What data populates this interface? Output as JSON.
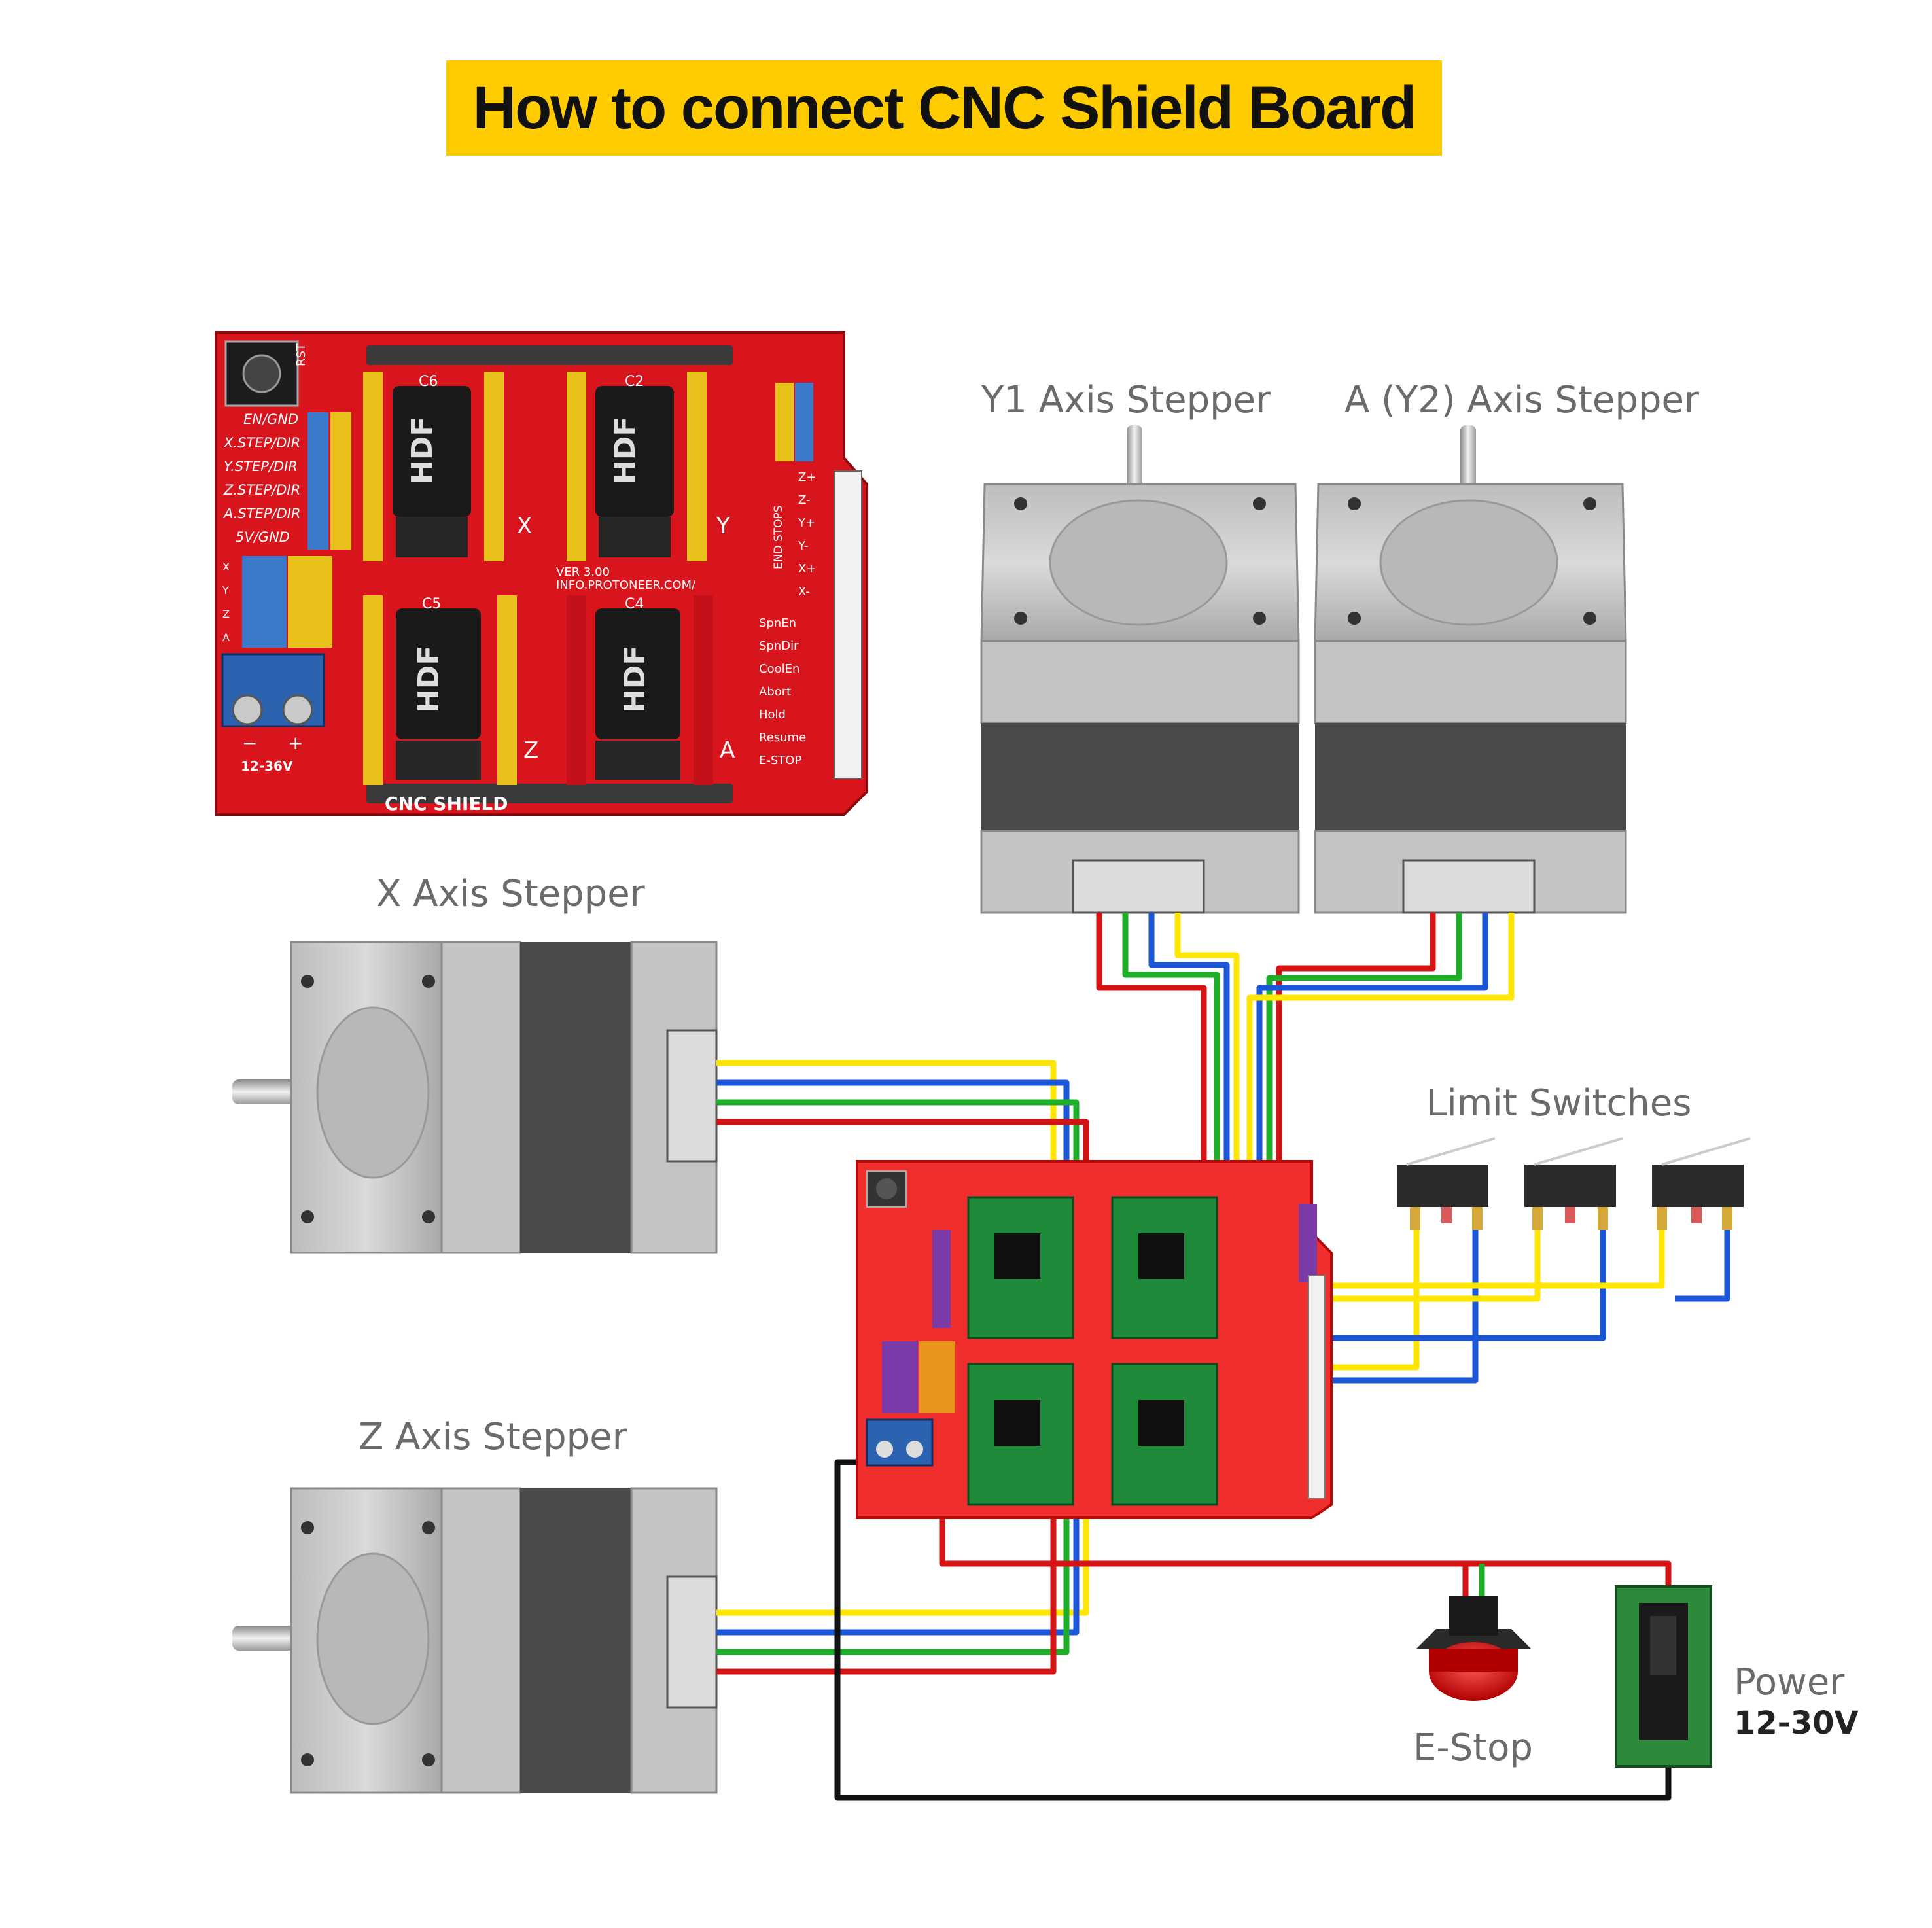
{
  "title": "How to connect CNC Shield Board",
  "labels": {
    "y1_stepper": "Y1 Axis Stepper",
    "a_stepper": "A (Y2) Axis Stepper",
    "x_stepper": "X Axis Stepper",
    "z_stepper": "Z Axis Stepper",
    "limit_switches": "Limit Switches",
    "estop": "E-Stop",
    "power": "Power",
    "power_range": "12-30V"
  },
  "board_photo": {
    "pin_labels": [
      "EN/GND",
      "X.STEP/DIR",
      "Y.STEP/DIR",
      "Z.STEP/DIR",
      "A.STEP/DIR",
      "5V/GND"
    ],
    "axis_pins": [
      "X",
      "Y",
      "Z",
      "A"
    ],
    "right_labels": [
      "SpnEn",
      "SpnDir",
      "CoolEn",
      "Abort",
      "Hold",
      "Resume",
      "E-STOP"
    ],
    "end_stops": [
      "Z+",
      "Z-",
      "Y+",
      "Y-",
      "X+",
      "X-"
    ],
    "end_stops_label": "END STOPS",
    "rst": "RST",
    "socket_x": "X",
    "socket_y": "Y",
    "socket_z": "Z",
    "socket_a": "A",
    "cap_c6": "C6",
    "cap_c2": "C2",
    "cap_c5": "C5",
    "cap_c4": "C4",
    "cap_text": "HDF",
    "version": "VER 3.00",
    "url": "INFO.PROTONEER.COM/",
    "brand": "CNC SHIELD",
    "voltage": "12-36V",
    "minus": "−",
    "plus": "+"
  },
  "wire_colors": {
    "yellow": "#ffe600",
    "blue": "#1a56d6",
    "green": "#1fae2a",
    "red": "#d41414",
    "black": "#111111"
  },
  "colors": {
    "title_bg": "#ffcc00",
    "board_red": "#d8141c",
    "motor_light": "#c8c8c8",
    "motor_dark": "#4a4a4a",
    "driver_green": "#1f8a3a",
    "label_gray": "#6b6b6b"
  }
}
